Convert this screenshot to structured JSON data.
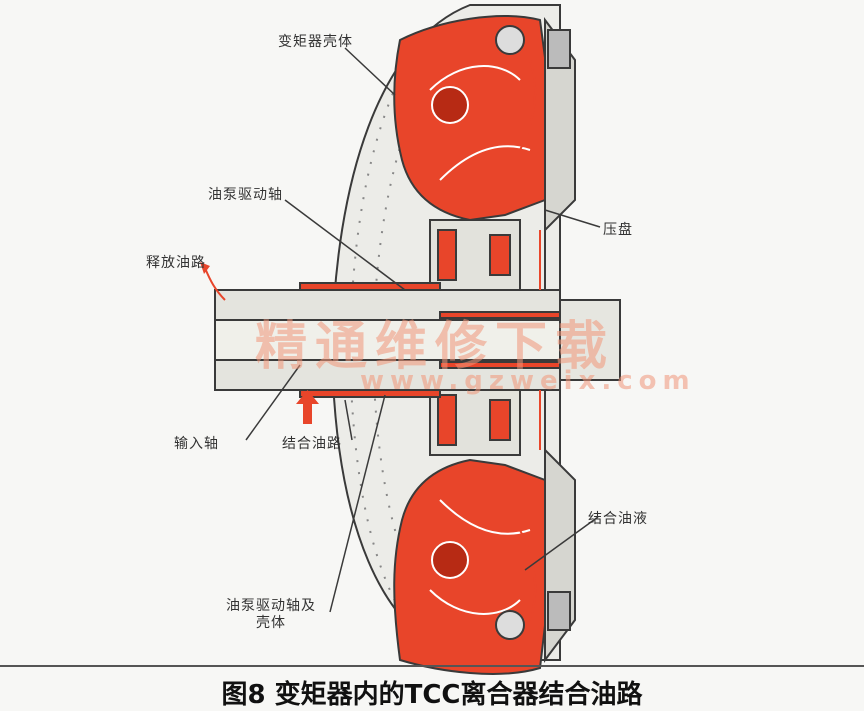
{
  "labels": {
    "housing": "变矩器壳体",
    "pump_drive_shaft": "油泵驱动轴",
    "release_oil_path": "释放油路",
    "pressure_plate": "压盘",
    "input_shaft": "输入轴",
    "apply_oil_path": "结合油路",
    "apply_fluid": "结合油液",
    "pump_drive_shaft_housing": "油泵驱动轴及壳体"
  },
  "watermark": {
    "line1": "精通维修下载",
    "line2": "www.gzweix.com"
  },
  "caption": "图8 变矩器内的TCC离合器结合油路",
  "colors": {
    "oil": "#e8452a",
    "oil_dark": "#b72a14",
    "metal": "#dcdcd6",
    "line": "#3a3a3a",
    "arrow": "#e8452a"
  }
}
